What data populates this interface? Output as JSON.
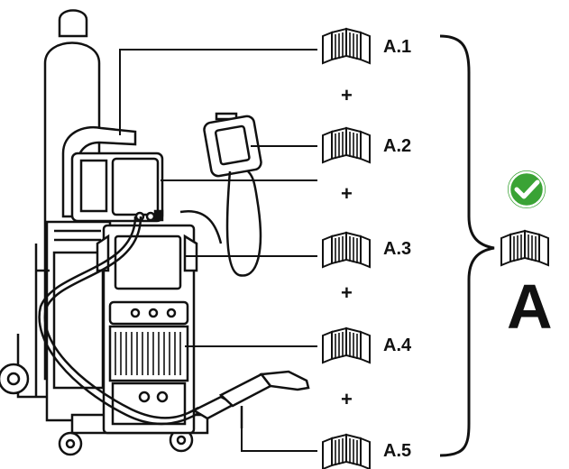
{
  "manuals": [
    {
      "label": "A.1",
      "icon": "manual-book-icon"
    },
    {
      "label": "A.2",
      "icon": "manual-book-icon"
    },
    {
      "label": "A.3",
      "icon": "manual-book-icon"
    },
    {
      "label": "A.4",
      "icon": "manual-book-icon"
    },
    {
      "label": "A.5",
      "icon": "manual-book-icon"
    }
  ],
  "plus_sign": "+",
  "result": {
    "label": "A",
    "icon": "manual-book-icon",
    "check_icon": "checkmark-icon"
  },
  "colors": {
    "check_green": "#3aa335",
    "line": "#111111"
  }
}
